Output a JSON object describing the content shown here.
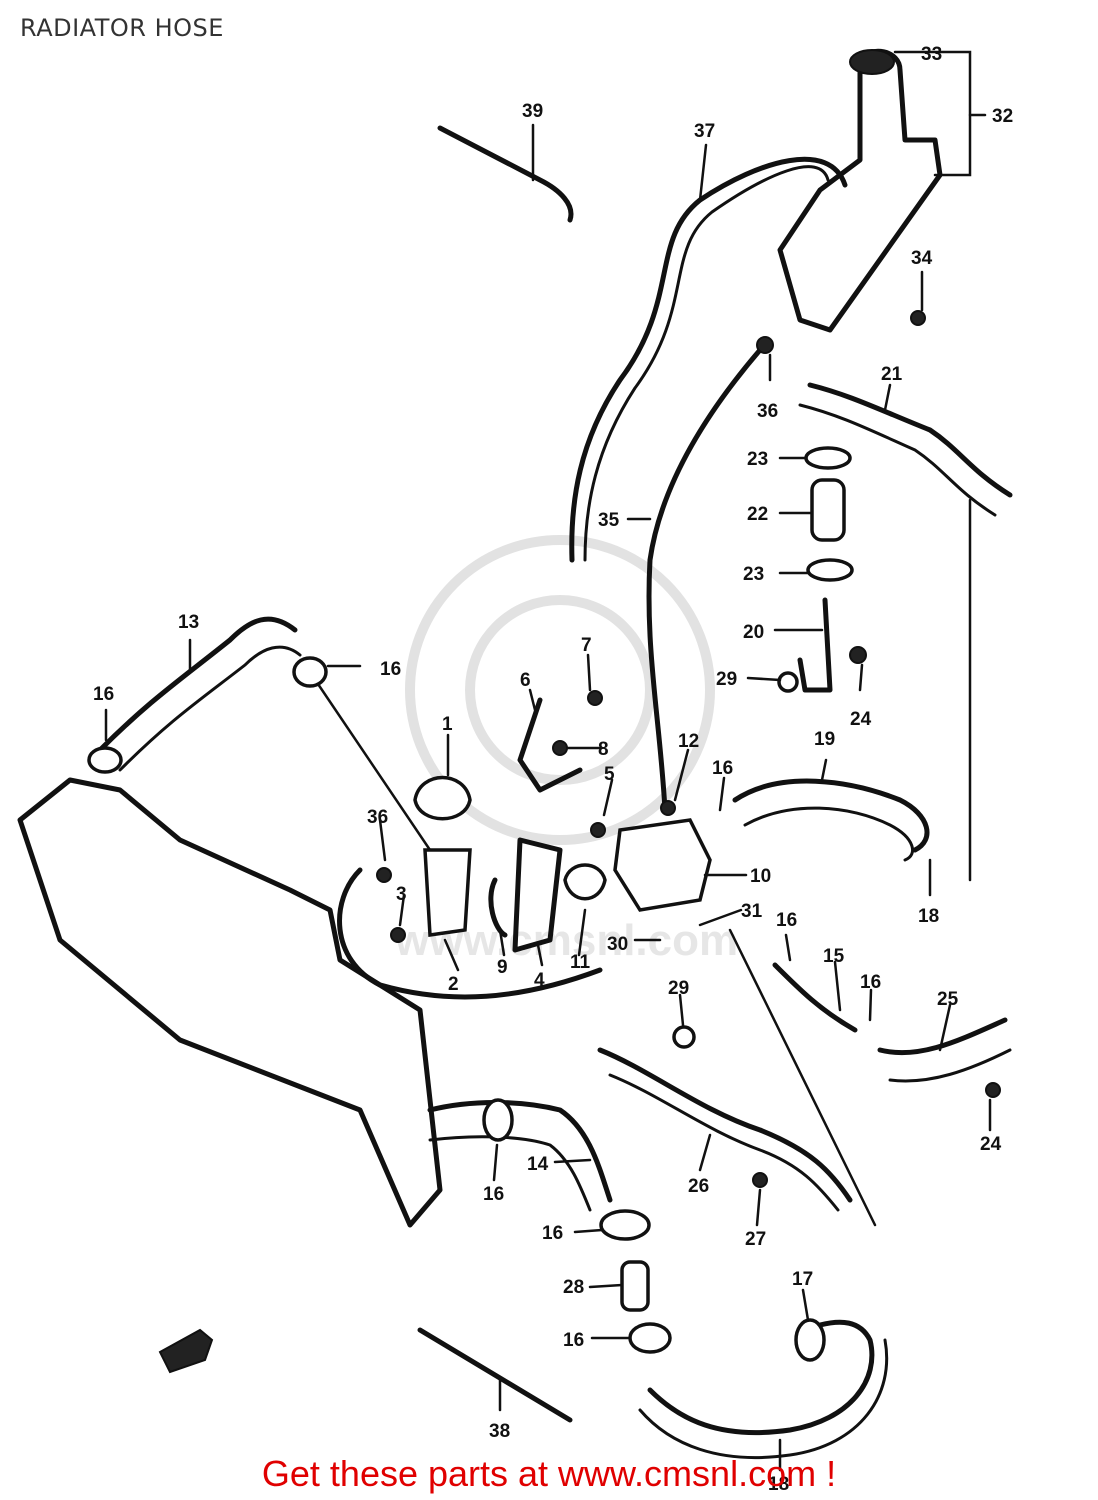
{
  "title": "RADIATOR HOSE",
  "labels": [
    "39",
    "37",
    "33",
    "32",
    "34",
    "36",
    "21",
    "23",
    "22",
    "35",
    "23",
    "20",
    "29",
    "24",
    "13",
    "16",
    "16",
    "7",
    "6",
    "8",
    "12",
    "16",
    "19",
    "1",
    "5",
    "36",
    "10",
    "3",
    "2",
    "9",
    "4",
    "11",
    "30",
    "31",
    "16",
    "15",
    "16",
    "25",
    "18",
    "29",
    "24",
    "14",
    "16",
    "26",
    "27",
    "16",
    "28",
    "17",
    "16",
    "38",
    "18"
  ],
  "watermark": "www.cmsnl.com",
  "footer": "Get these parts at www.cmsnl.com !"
}
